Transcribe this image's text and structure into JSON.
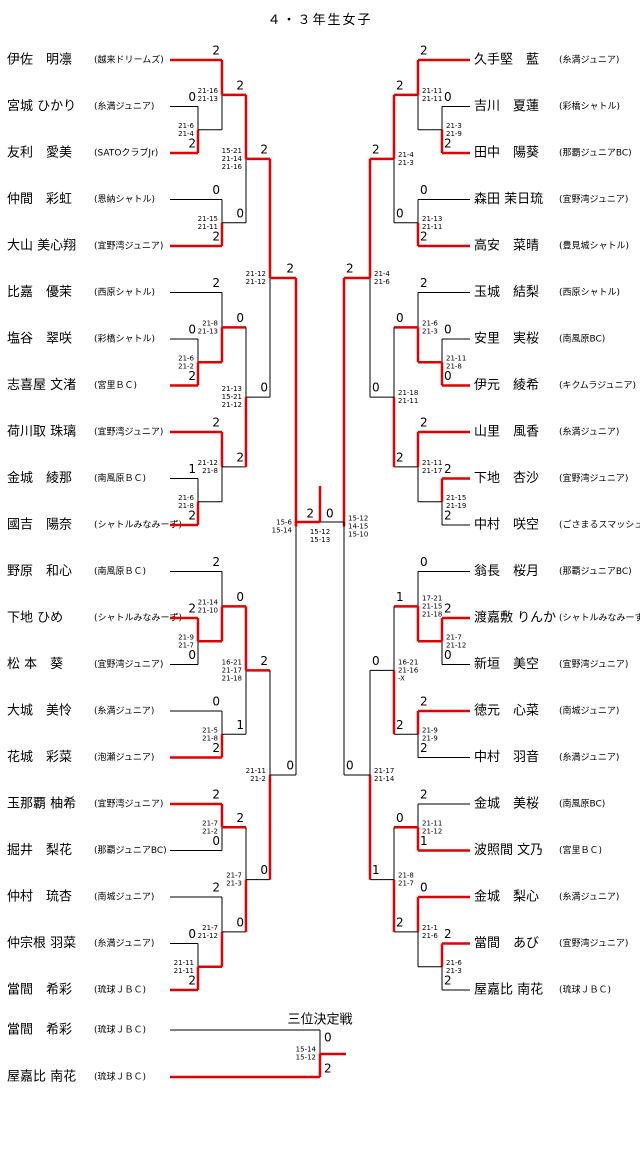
{
  "title": "４・３年生女子",
  "third_place_title": "三位決定戦",
  "colors": {
    "win": "#e00000",
    "line": "#000000"
  },
  "left_players": [
    {
      "name": "伊佐　明凛",
      "club": "(越来ドリームズ)"
    },
    {
      "name": "宮城 ひかり",
      "club": "(糸満ジュニア)"
    },
    {
      "name": "友利　愛美",
      "club": "(SATOクラブJr)"
    },
    {
      "name": "仲間　彩虹",
      "club": "(恩納シャトル)"
    },
    {
      "name": "大山 美心翔",
      "club": "(宜野湾ジュニア)"
    },
    {
      "name": "比嘉　優茉",
      "club": "(西原シャトル)"
    },
    {
      "name": "塩谷　翠咲",
      "club": "(彩橋シャトル)"
    },
    {
      "name": "志喜屋 文渚",
      "club": "(宮里ＢＣ)"
    },
    {
      "name": "荷川取 珠璃",
      "club": "(宜野湾ジュニア)"
    },
    {
      "name": "金城　綾那",
      "club": "(南風原ＢＣ)"
    },
    {
      "name": "國吉　陽奈",
      "club": "(シャトルみなみーず)"
    },
    {
      "name": "野原　和心",
      "club": "(南風原ＢＣ)"
    },
    {
      "name": "下地 ひめ",
      "club": "(シャトルみなみーず)"
    },
    {
      "name": "松 本　葵",
      "club": "(宜野湾ジュニア)"
    },
    {
      "name": "大城　美怜",
      "club": "(糸満ジュニア)"
    },
    {
      "name": "花城　彩菜",
      "club": "(泡瀬ジュニア)"
    },
    {
      "name": "玉那覇 柚希",
      "club": "(宜野湾ジュニア)"
    },
    {
      "name": "掘井　梨花",
      "club": "(那覇ジュニアBC)"
    },
    {
      "name": "仲村　琉杏",
      "club": "(南城ジュニア)"
    },
    {
      "name": "仲宗根 羽菜",
      "club": "(糸満ジュニア)"
    },
    {
      "name": "當間　希彩",
      "club": "(琉球ＪＢＣ)"
    }
  ],
  "right_players": [
    {
      "name": "久手堅　藍",
      "club": "(糸満ジュニア)"
    },
    {
      "name": "吉川　夏蓮",
      "club": "(彩橋シャトル)"
    },
    {
      "name": "田中　陽葵",
      "club": "(那覇ジュニアBC)"
    },
    {
      "name": "森田 茉日琉",
      "club": "(宜野湾ジュニア)"
    },
    {
      "name": "高安　菜晴",
      "club": "(豊見城シャトル)"
    },
    {
      "name": "玉城　結梨",
      "club": "(西原シャトル)"
    },
    {
      "name": "安里　実桜",
      "club": "(南風原BC)"
    },
    {
      "name": "伊元　綾希",
      "club": "(キクムラジュニア)"
    },
    {
      "name": "山里　風香",
      "club": "(糸満ジュニア)"
    },
    {
      "name": "下地　杏沙",
      "club": "(宜野湾ジュニア)"
    },
    {
      "name": "中村　咲空",
      "club": "(ごさまるスマッシュ)"
    },
    {
      "name": "翁長　桜月",
      "club": "(那覇ジュニアBC)"
    },
    {
      "name": "渡嘉敷 りんか",
      "club": "(シャトルみなみーず)"
    },
    {
      "name": "新垣　美空",
      "club": "(宜野湾ジュニア)"
    },
    {
      "name": "徳元　心菜",
      "club": "(南城ジュニア)"
    },
    {
      "name": "中村　羽音",
      "club": "(糸満ジュニア)"
    },
    {
      "name": "金城　美桜",
      "club": "(南風原BC)"
    },
    {
      "name": "波照間 文乃",
      "club": "(宮里ＢＣ)"
    },
    {
      "name": "金城　梨心",
      "club": "(糸満ジュニア)"
    },
    {
      "name": "當間　あび",
      "club": "(宜野湾ジュニア)"
    },
    {
      "name": "屋嘉比 南花",
      "club": "(琉球ＪＢＣ)"
    }
  ],
  "third_place_players": [
    {
      "name": "當間　希彩",
      "club": "(琉球ＪＢＣ)"
    },
    {
      "name": "屋嘉比 南花",
      "club": "(琉球ＪＢＣ)"
    }
  ],
  "left_scores": [
    [
      "2",
      "0",
      "2",
      "0",
      "2",
      "2",
      "0",
      "2",
      "2",
      "1",
      "2",
      "2",
      "2",
      "0",
      "0",
      "2",
      "2",
      "0",
      "2",
      "0",
      "2"
    ],
    [
      "2",
      "0",
      "0",
      "2",
      "0",
      "1",
      "2",
      "0"
    ],
    [
      "2",
      "0",
      "2",
      "0"
    ],
    [
      "2",
      "0"
    ]
  ],
  "left_match_scores": [
    [
      "21-6",
      "21-4"
    ],
    [
      "21-16",
      "21-13"
    ],
    [
      "21-15",
      "21-11"
    ],
    [
      "21-6",
      "21-2"
    ],
    [
      "21-8",
      "21-13"
    ],
    [
      "21-6",
      "21-8"
    ],
    [
      "21-12",
      "21-8"
    ],
    [
      "21-9",
      "21-7"
    ],
    [
      "21-14",
      "21-10"
    ],
    [
      "21-5",
      "21-8"
    ],
    [
      "21-7",
      "21-2"
    ],
    [
      "21-11",
      "21-11"
    ],
    [
      "21-7",
      "21-12"
    ],
    [
      "15-21",
      "21-14",
      "21-16"
    ],
    [
      "21-13",
      "15-21",
      "21-12"
    ],
    [
      "16-21",
      "21-17",
      "21-18"
    ],
    [
      "21-7",
      "21-3"
    ],
    [
      "21-12",
      "21-12"
    ],
    [
      "21-11",
      "21-2"
    ],
    [
      "15-6",
      "15-14"
    ]
  ],
  "right_scores": [
    [
      "2",
      "0",
      "2",
      "0",
      "2",
      "2",
      "0",
      "0",
      "2",
      "2",
      "2",
      "0",
      "2",
      "0",
      "2",
      "2",
      "2",
      "1",
      "0",
      "2",
      "2"
    ],
    [
      "2",
      "0",
      "0",
      "2",
      "1",
      "2",
      "0",
      "2"
    ],
    [
      "2",
      "0",
      "0",
      "1"
    ],
    [
      "2",
      "0"
    ]
  ],
  "right_match_scores": [
    [
      "21-3",
      "21-9"
    ],
    [
      "21-11",
      "21-11"
    ],
    [
      "21-13",
      "21-11"
    ],
    [
      "21-11",
      "21-8"
    ],
    [
      "21-6",
      "21-3"
    ],
    [
      "21-15",
      "21-19"
    ],
    [
      "21-11",
      "21-17"
    ],
    [
      "21-7",
      "21-12"
    ],
    [
      "17-21",
      "21-15",
      "21-18"
    ],
    [
      "21-9",
      "21-9"
    ],
    [
      "21-11",
      "21-12"
    ],
    [
      "21-6",
      "21-3"
    ],
    [
      "21-1",
      "21-6"
    ],
    [
      "21-4",
      "21-3"
    ],
    [
      "21-18",
      "21-11"
    ],
    [
      "16-21",
      "21-16",
      "-X"
    ],
    [
      "21-8",
      "21-7"
    ],
    [
      "21-4",
      "21-6"
    ],
    [
      "21-17",
      "21-14"
    ],
    [
      "15-12",
      "14-15",
      "15-10"
    ]
  ],
  "final": {
    "left_score": "2",
    "right_score": "0",
    "match_score": [
      "15-12",
      "15-13"
    ]
  },
  "third_place": {
    "top_score": "0",
    "bottom_score": "2",
    "match_score": [
      "15-14",
      "15-12"
    ]
  }
}
